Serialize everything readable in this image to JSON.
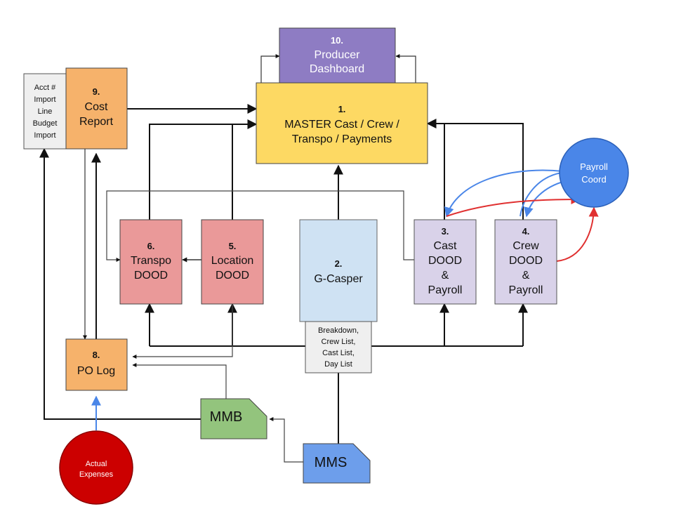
{
  "colors": {
    "master": "#fdd963",
    "dashboard": "#8e7cc3",
    "cost": "#f6b26b",
    "dood_red": "#ea9999",
    "casper": "#cfe2f3",
    "dood_purple": "#d9d2e9",
    "payroll_coord": "#4a86e8",
    "actual": "#cc0000",
    "mmb": "#93c47d",
    "mms": "#6d9eeb",
    "grey_box": "#efefef",
    "arrow_blue": "#4a86e8",
    "arrow_red": "#e03030"
  },
  "nodes": {
    "dashboard": {
      "num": "10.",
      "line1": "Producer",
      "line2": "Dashboard"
    },
    "master": {
      "num": "1.",
      "line1": "MASTER Cast / Crew /",
      "line2": "Transpo / Payments"
    },
    "acct": {
      "line1": "Acct #",
      "line2": "Import",
      "line3": "Line",
      "line4": "Budget",
      "line5": "Import"
    },
    "cost_report": {
      "num": "9.",
      "line1": "Cost",
      "line2": "Report"
    },
    "transpo": {
      "num": "6.",
      "line1": "Transpo",
      "line2": "DOOD"
    },
    "location": {
      "num": "5.",
      "line1": "Location",
      "line2": "DOOD"
    },
    "casper": {
      "num": "2.",
      "line1": "G-Casper"
    },
    "cast": {
      "num": "3.",
      "line1": "Cast",
      "line2": "DOOD",
      "line3": "&",
      "line4": "Payroll"
    },
    "crew": {
      "num": "4.",
      "line1": "Crew",
      "line2": "DOOD",
      "line3": "&",
      "line4": "Payroll"
    },
    "payroll_coord": {
      "line1": "Payroll",
      "line2": "Coord"
    },
    "breakdown": {
      "line1": "Breakdown,",
      "line2": "Crew List,",
      "line3": "Cast List,",
      "line4": "Day List"
    },
    "po_log": {
      "num": "8.",
      "line1": "PO Log"
    },
    "mmb": {
      "label": "MMB"
    },
    "mms": {
      "label": "MMS"
    },
    "actual": {
      "line1": "Actual",
      "line2": "Expenses"
    }
  }
}
